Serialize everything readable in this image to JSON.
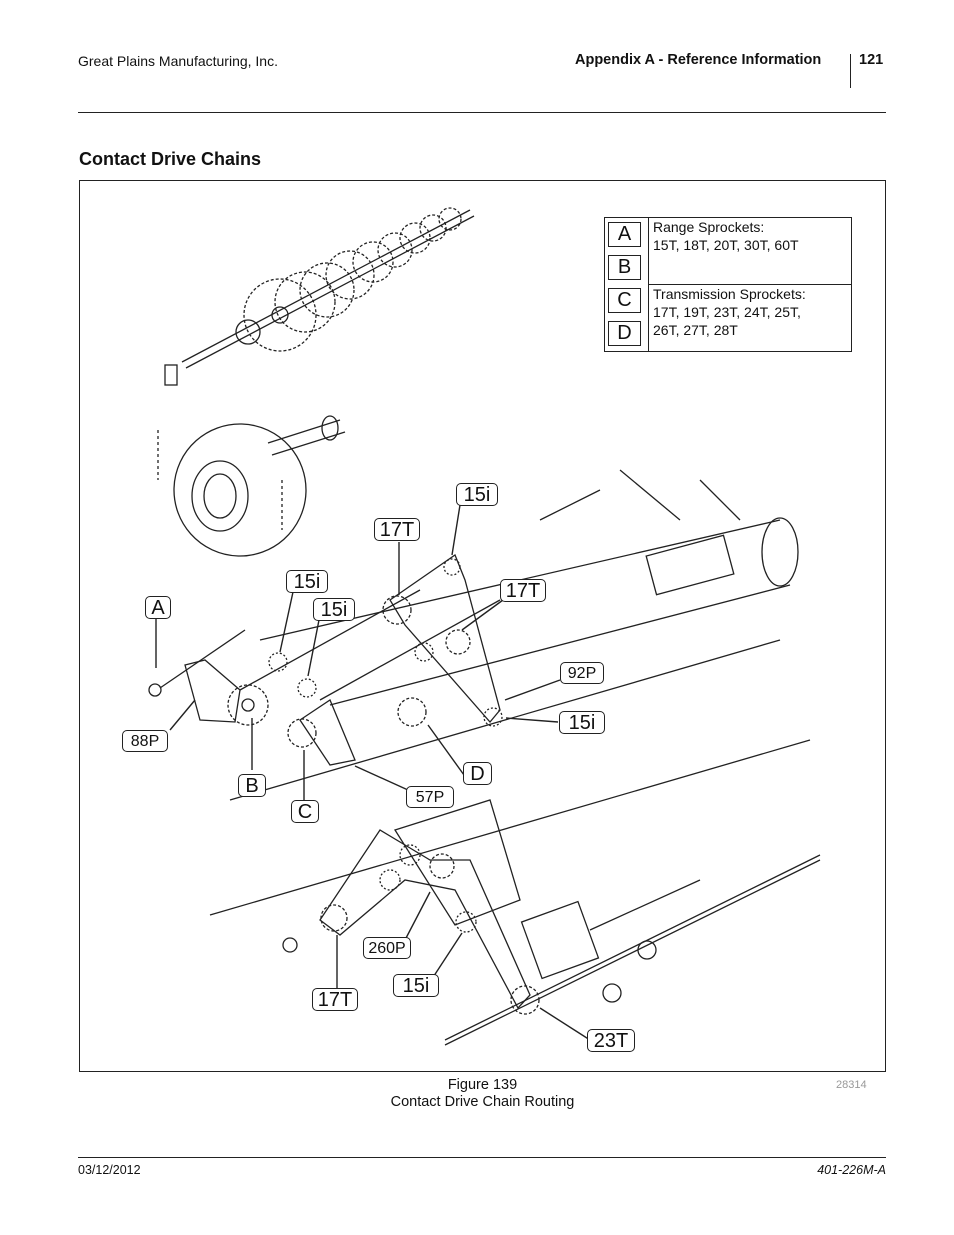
{
  "header": {
    "company": "Great Plains Manufacturing, Inc.",
    "section": "Appendix A - Reference Information",
    "page_number": "121"
  },
  "section_title": "Contact Drive Chains",
  "legend": {
    "rows": [
      {
        "letter": "A"
      },
      {
        "letter": "B"
      },
      {
        "letter": "C"
      },
      {
        "letter": "D"
      }
    ],
    "range_text_1": "Range Sprockets:",
    "range_text_2": "15T, 18T, 20T, 30T, 60T",
    "trans_text_1": "Transmission Sprockets:",
    "trans_text_2": "17T, 19T, 23T, 24T, 25T,",
    "trans_text_3": "26T, 27T, 28T"
  },
  "callouts": {
    "a": "A",
    "b": "B",
    "c": "C",
    "d": "D",
    "idler_top": "15i",
    "sprocket_top": "17T",
    "idler_left": "15i",
    "idler_mid": "15i",
    "sprocket_right": "17T",
    "chain_92": "92P",
    "idler_right": "15i",
    "chain_88": "88P",
    "chain_57": "57P",
    "chain_260": "260P",
    "idler_bottom": "15i",
    "sprocket_bottom": "17T",
    "sprocket_23": "23T"
  },
  "caption": {
    "figure": "Figure 139",
    "title": "Contact Drive Chain Routing"
  },
  "figure_id": "28314",
  "footer": {
    "date": "03/12/2012",
    "doc_number": "401-226M-A"
  }
}
